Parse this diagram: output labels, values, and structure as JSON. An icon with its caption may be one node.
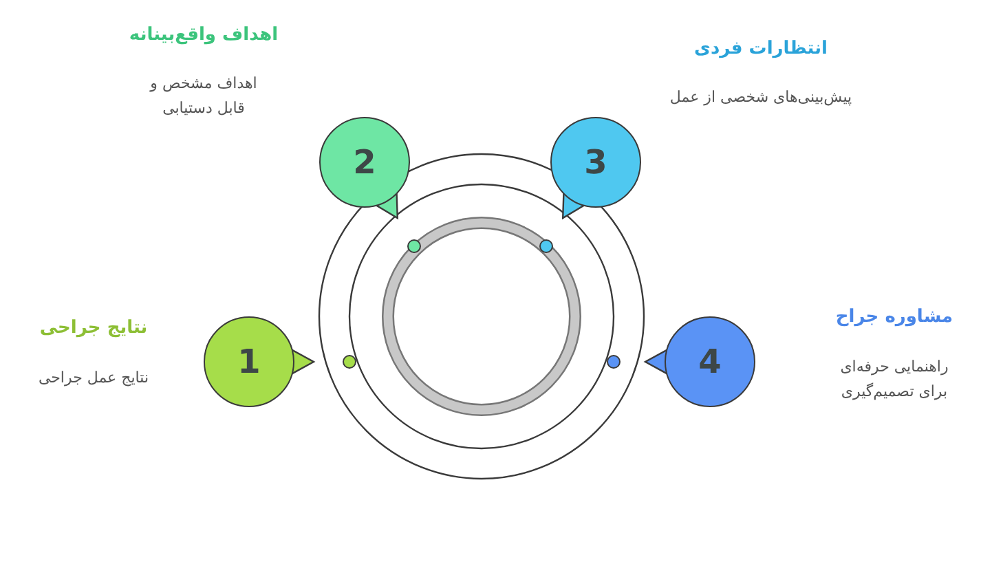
{
  "diagram": {
    "nodes": [
      {
        "text": [
          "1"
        ],
        "beside": [
          "نتایج جراحی",
          "نتایج عمل جراحی"
        ]
      },
      {
        "text": [
          "2"
        ],
        "beside": [
          "اهداف واقع‌بینانه",
          "اهداف مشخص و قابل دستیابی"
        ]
      },
      {
        "text": [
          "3"
        ],
        "beside": [
          "انتظارات فردی",
          "پیش‌بینی‌های شخصی از عمل"
        ]
      },
      {
        "text": [
          "4"
        ],
        "beside": [
          "مشاوره جراح",
          "راهنمایی حرفه‌ای برای تصمیم‌گیری"
        ]
      }
    ]
  }
}
